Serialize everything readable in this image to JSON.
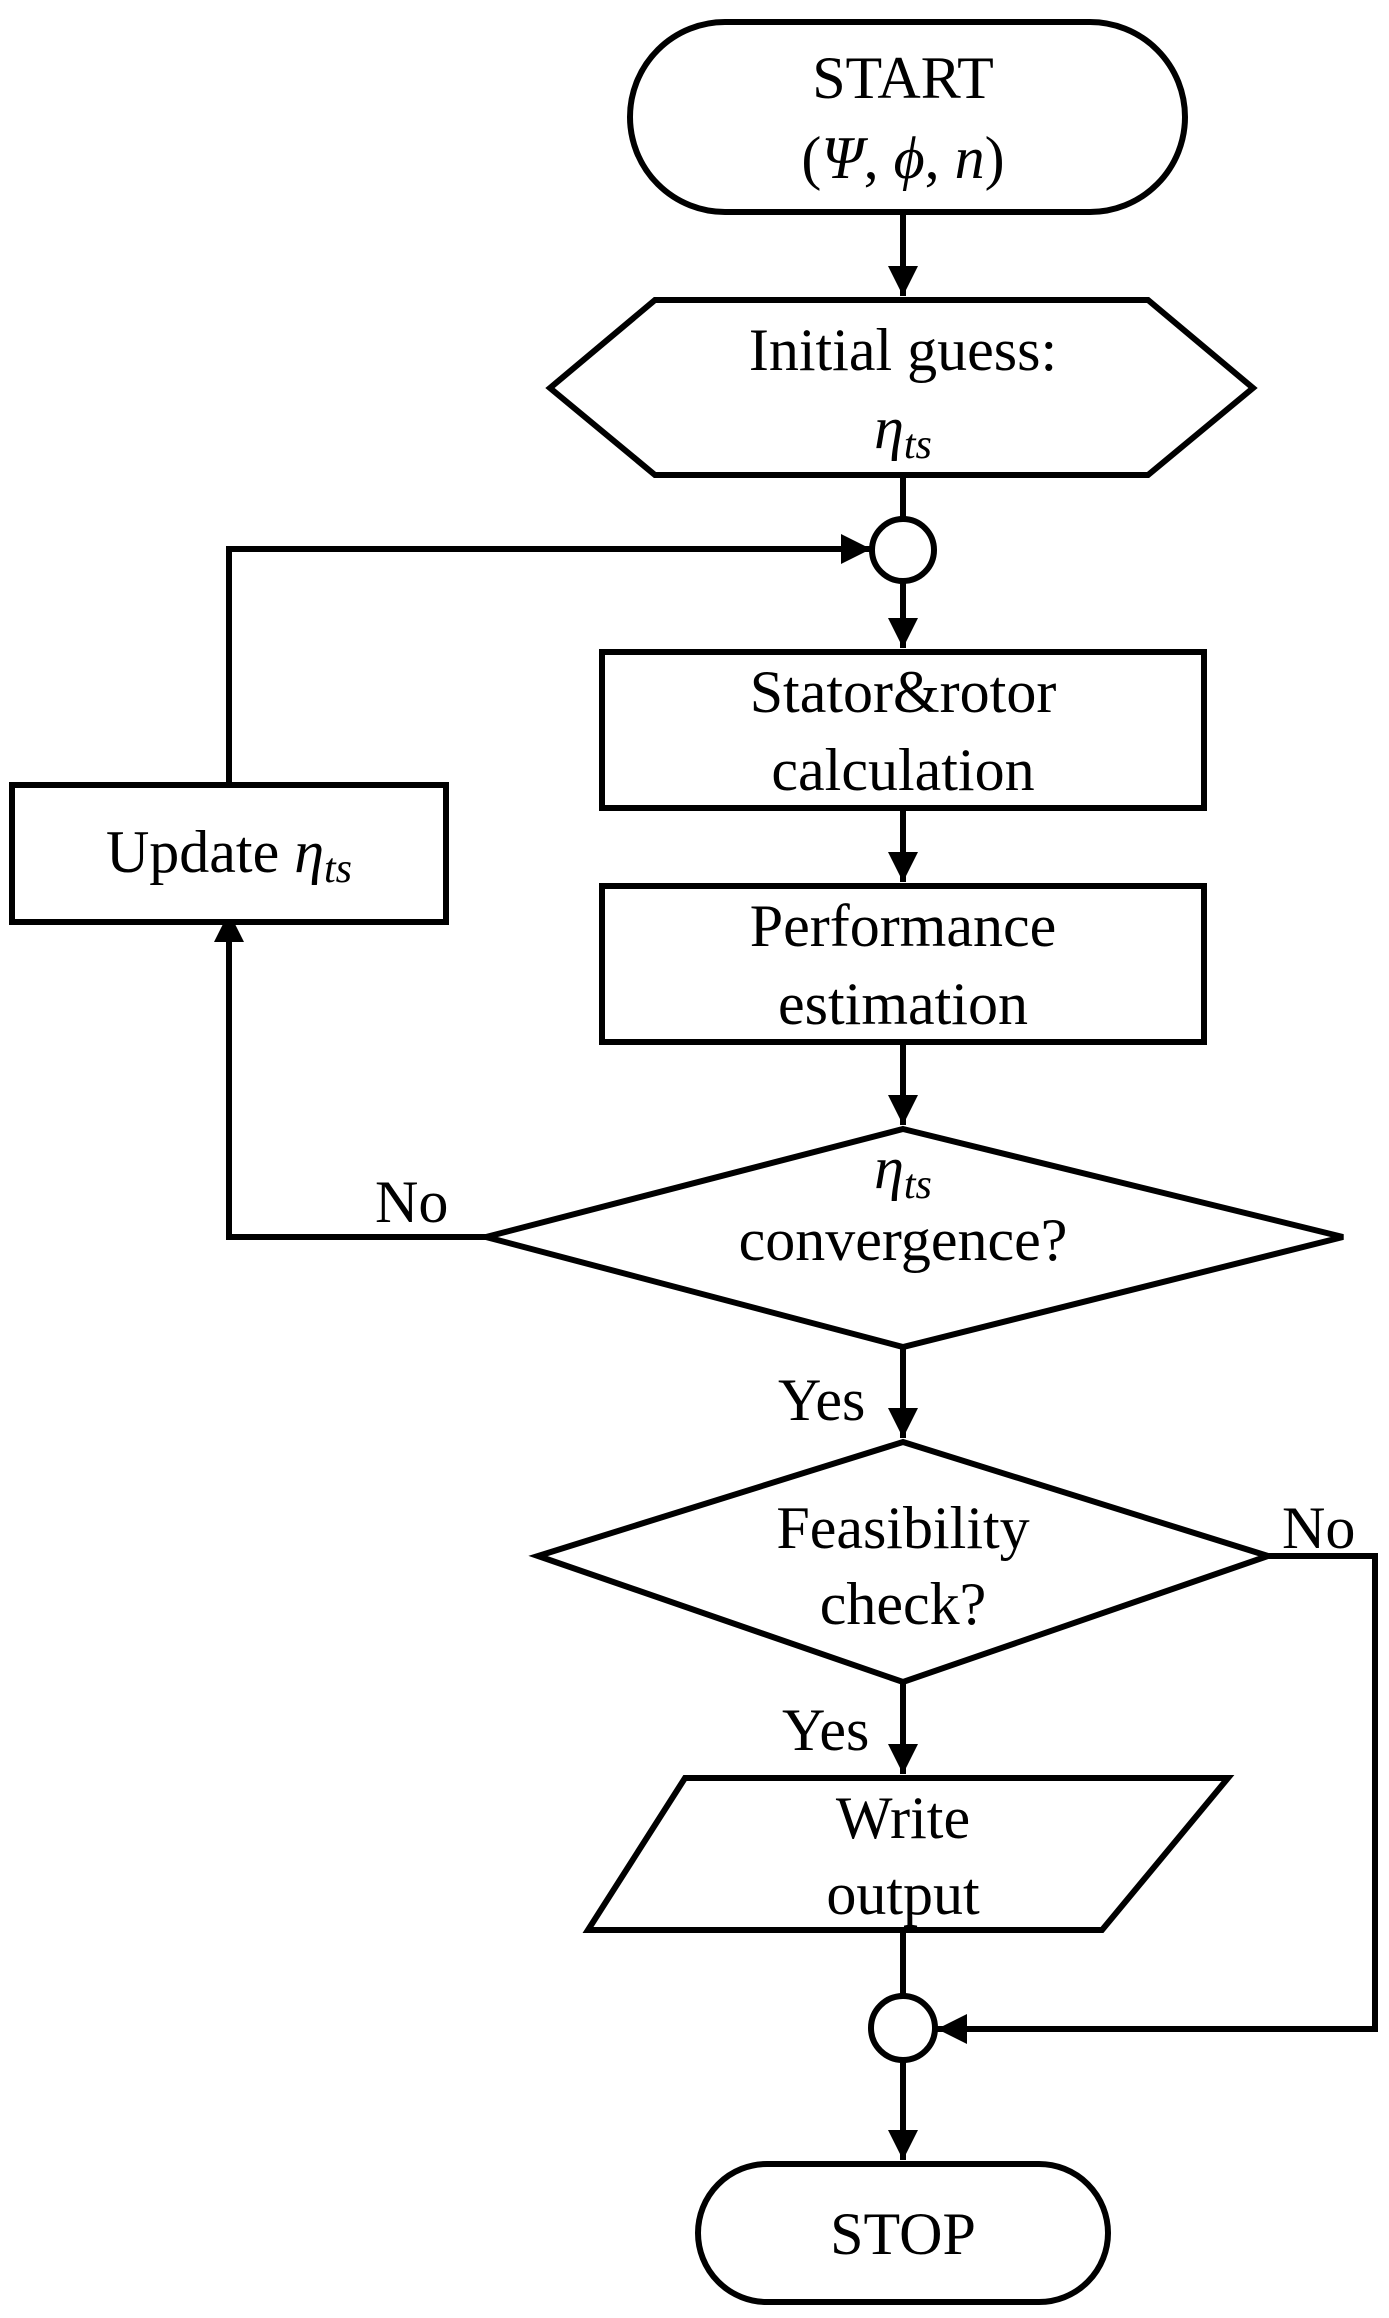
{
  "flowchart": {
    "start": {
      "label": "START",
      "params": {
        "psi": "Ψ",
        "phi": "ϕ",
        "n": "n"
      }
    },
    "initial_guess": {
      "label": "Initial guess:",
      "symbol": "η",
      "subscript": "ts"
    },
    "stator_rotor": {
      "line1": "Stator&rotor",
      "line2": "calculation"
    },
    "performance": {
      "line1": "Performance",
      "line2": "estimation"
    },
    "convergence": {
      "symbol": "η",
      "subscript": "ts",
      "label": "convergence?"
    },
    "update": {
      "label": "Update",
      "symbol": "η",
      "subscript": "ts"
    },
    "feasibility": {
      "line1": "Feasibility",
      "line2": "check?"
    },
    "write_output": {
      "line1": "Write",
      "line2": "output"
    },
    "stop": {
      "label": "STOP"
    },
    "edge_labels": {
      "convergence_no": "No",
      "convergence_yes": "Yes",
      "feasibility_no": "No",
      "feasibility_yes": "Yes"
    }
  }
}
